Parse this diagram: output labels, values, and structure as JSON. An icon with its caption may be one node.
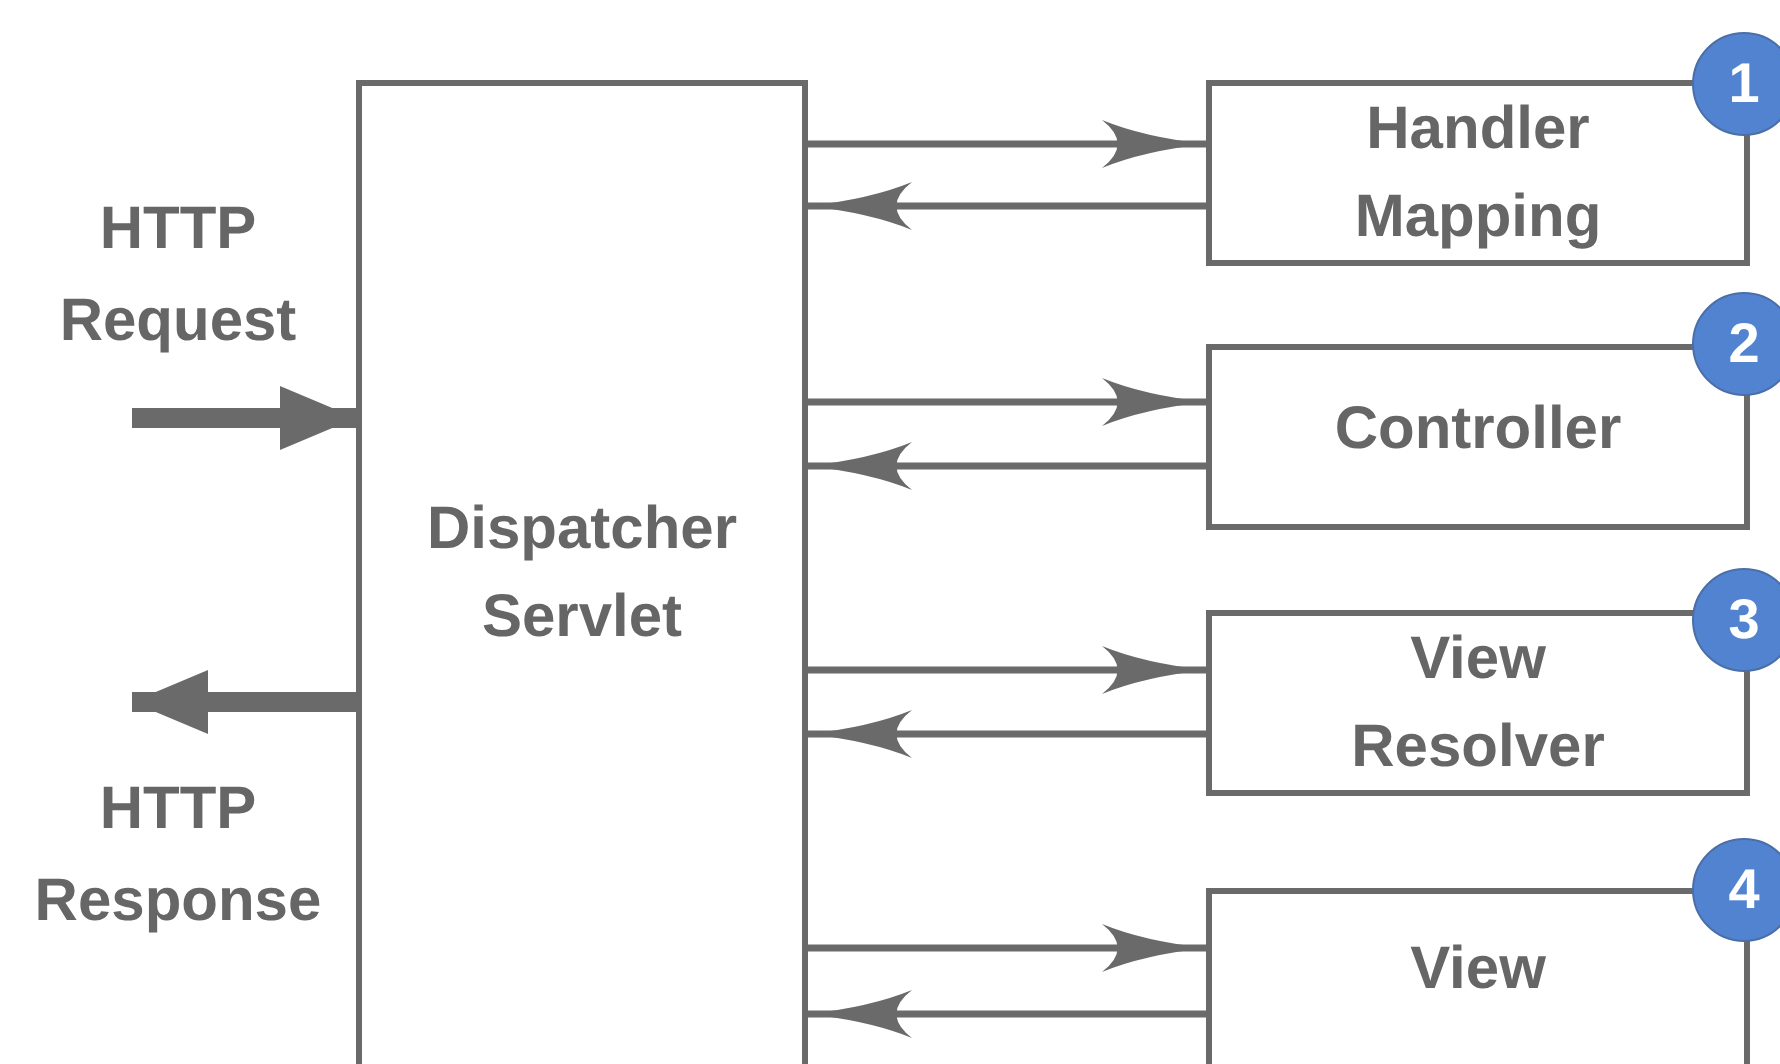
{
  "diagram": {
    "nodes": [
      {
        "text": [
          "Dispatcher Servlet"
        ]
      },
      {
        "text": [
          "Handler Mapping",
          "1"
        ]
      },
      {
        "text": [
          "Controller",
          "2"
        ]
      },
      {
        "text": [
          "View Resolver",
          "3"
        ]
      },
      {
        "text": [
          "View",
          "4"
        ]
      }
    ],
    "edges": [
      {
        "from": 0,
        "to": 1,
        "arrow": "to"
      },
      {
        "from": 1,
        "to": 0,
        "arrow": "to"
      },
      {
        "from": 0,
        "to": 2,
        "arrow": "to"
      },
      {
        "from": 2,
        "to": 0,
        "arrow": "to"
      },
      {
        "from": 0,
        "to": 3,
        "arrow": "to"
      },
      {
        "from": 3,
        "to": 0,
        "arrow": "to"
      },
      {
        "from": 0,
        "to": 4,
        "arrow": "to"
      },
      {
        "from": 4,
        "to": 0,
        "arrow": "to"
      },
      {
        "from": null,
        "to": 0,
        "arrow": "to",
        "style": "thick"
      },
      {
        "from": 0,
        "to": null,
        "arrow": "to",
        "style": "thick"
      }
    ],
    "labels": [
      "HTTP Request",
      "HTTP Response"
    ]
  }
}
